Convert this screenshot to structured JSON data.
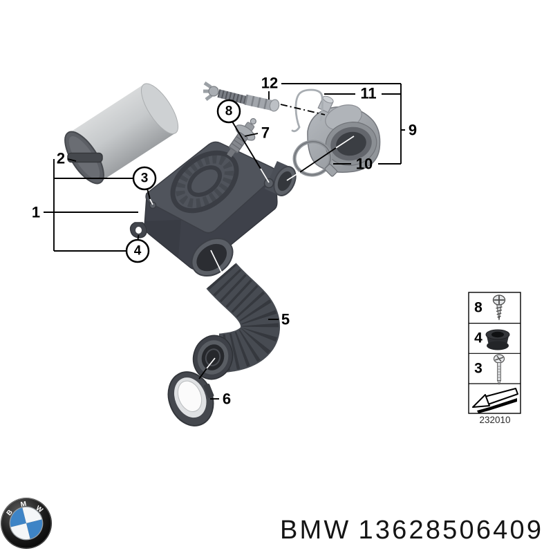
{
  "image": {
    "background": "#ffffff",
    "description": "Exploded parts diagram: intake silencer / air filter housing assembly"
  },
  "callouts": {
    "c1": "1",
    "c2": "2",
    "c3": "3",
    "c4": "4",
    "c5": "5",
    "c6": "6",
    "c7": "7",
    "c8": "8",
    "c9": "9",
    "c10": "10",
    "c11": "11",
    "c12": "12"
  },
  "parts": [
    {
      "ref": "1",
      "name": "air-filter-housing"
    },
    {
      "ref": "2",
      "name": "air-filter-element"
    },
    {
      "ref": "3",
      "name": "screw"
    },
    {
      "ref": "4",
      "name": "rubber-grommet"
    },
    {
      "ref": "5",
      "name": "corrugated-intake-hose"
    },
    {
      "ref": "6",
      "name": "intake-duct-ring"
    },
    {
      "ref": "7",
      "name": "mass-air-flow-sensor"
    },
    {
      "ref": "8",
      "name": "tapping-screw"
    },
    {
      "ref": "9",
      "name": "intake-boot-elbow"
    },
    {
      "ref": "10",
      "name": "hose-clamp"
    },
    {
      "ref": "11",
      "name": "retaining-clip"
    },
    {
      "ref": "12",
      "name": "vent-pipe"
    }
  ],
  "legend": {
    "rows": [
      {
        "num": "8",
        "icon": "tapping-screw-icon"
      },
      {
        "num": "4",
        "icon": "grommet-icon"
      },
      {
        "num": "3",
        "icon": "machine-screw-icon"
      }
    ],
    "arrow_icon": "direction-arrow-icon",
    "code": "232010"
  },
  "footer": {
    "brand": "BMW",
    "part_number": "13628506409",
    "logo_letters": [
      "B",
      "M",
      "W"
    ]
  },
  "colors": {
    "background": "#ffffff",
    "line": "#000000",
    "part_dark": "#474b52",
    "part_mid": "#85888e",
    "part_light": "#c9ccce",
    "boot_gray": "#a2a6ab",
    "bmw_blue": "#3e84c6",
    "text": "#141414"
  }
}
